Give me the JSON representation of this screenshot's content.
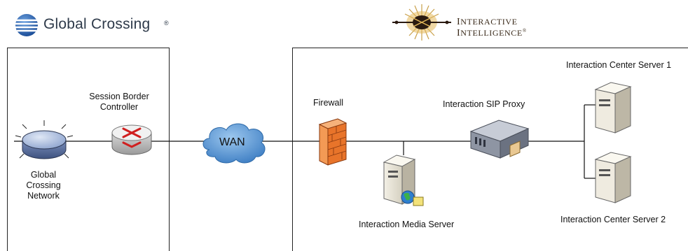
{
  "logos": {
    "global_crossing": "Global Crossing",
    "global_crossing_mark": "®",
    "interactive_intelligence_first": "I",
    "interactive_intelligence_rest1": "NTERACTIVE ",
    "interactive_intelligence_second": "I",
    "interactive_intelligence_rest2": "NTELLIGENCE",
    "interactive_intelligence_mark": "®"
  },
  "nodes": {
    "global_crossing_network": [
      "Global",
      "Crossing",
      "Network"
    ],
    "session_border_controller": [
      "Session Border",
      "Controller"
    ],
    "wan": "WAN",
    "firewall": "Firewall",
    "sip_proxy": "Interaction SIP Proxy",
    "media_server": "Interaction Media Server",
    "center_server_1": "Interaction Center Server 1",
    "center_server_2": "Interaction Center Server 2"
  },
  "colors": {
    "line": "#111111",
    "cloud": "#5b9bd5",
    "firewall": "#f07a2a",
    "network_disk": "#9fb4d8",
    "server": "#e8e4d6"
  }
}
